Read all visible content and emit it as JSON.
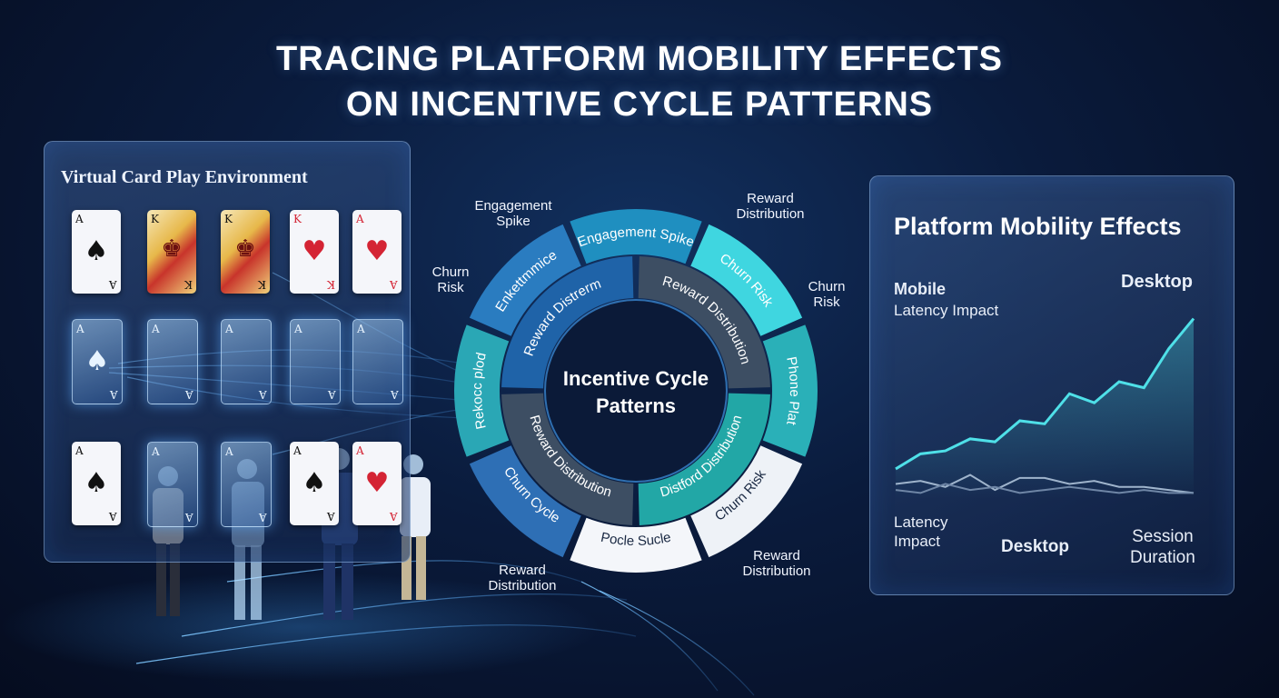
{
  "title_line1": "TRACING PLATFORM MOBILITY EFFECTS",
  "title_line2": "ON INCENTIVE CYCLE PATTERNS",
  "left_panel": {
    "title": "Virtual Card Play Environment",
    "cards": [
      {
        "rank": "A",
        "suit": "♠",
        "style": "black"
      },
      {
        "rank": "K",
        "suit": "♚",
        "style": "face"
      },
      {
        "rank": "K",
        "suit": "♚",
        "style": "face"
      },
      {
        "rank": "K",
        "suit": "♥",
        "style": "red"
      },
      {
        "rank": "A",
        "suit": "♥",
        "style": "red"
      },
      {
        "rank": "A",
        "suit": "♠",
        "style": "ghost"
      },
      {
        "rank": "A",
        "suit": "",
        "style": "ghost"
      },
      {
        "rank": "A",
        "suit": "",
        "style": "ghost"
      },
      {
        "rank": "A",
        "suit": "",
        "style": "ghost"
      },
      {
        "rank": "A",
        "suit": "",
        "style": "ghost"
      },
      {
        "rank": "A",
        "suit": "♠",
        "style": "black"
      },
      {
        "rank": "A",
        "suit": "",
        "style": "ghost"
      },
      {
        "rank": "A",
        "suit": "",
        "style": "ghost"
      },
      {
        "rank": "A",
        "suit": "♠",
        "style": "black"
      },
      {
        "rank": "A",
        "suit": "♥",
        "style": "red"
      }
    ]
  },
  "wheel": {
    "center_line1": "Incentive Cycle",
    "center_line2": "Patterns",
    "outer_segments": [
      {
        "label": "Engagement Spike",
        "color": "#1f8fc0"
      },
      {
        "label": "Churn Risk",
        "color": "#3fd6e0"
      },
      {
        "label": "Phone Plat",
        "color": "#2ab0b8"
      },
      {
        "label": "Churn Risk",
        "color": "#eef2f7"
      },
      {
        "label": "Pocle Sucle",
        "color": "#f4f6fa"
      },
      {
        "label": "Churn Cycle",
        "color": "#2e6fb5"
      },
      {
        "label": "Rekocc plod",
        "color": "#2aa7b5"
      },
      {
        "label": "Enkettmmice",
        "color": "#2a7cc0"
      }
    ],
    "inner_segments": [
      {
        "label": "Reward Distribution",
        "color": "#3d4e63"
      },
      {
        "label": "Distford Distribution",
        "color": "#22a7a6"
      },
      {
        "label": "Reward Distribution",
        "color": "#3d4e63"
      },
      {
        "label": "Reward Distrerm",
        "color": "#1f63a8"
      }
    ],
    "outside_labels": [
      {
        "line1": "Engagement",
        "line2": "Spike"
      },
      {
        "line1": "Reward",
        "line2": "Distribution"
      },
      {
        "line1": "Churn",
        "line2": "Risk"
      },
      {
        "line1": "Churn",
        "line2": "Risk"
      },
      {
        "line1": "Reward",
        "line2": "Distribution"
      },
      {
        "line1": "Reward",
        "line2": "Distribution"
      }
    ]
  },
  "right_panel": {
    "title": "Platform Mobility Effects",
    "label_mobile": "Mobile",
    "label_latency_top": "Latency Impact",
    "label_desktop_top": "Desktop",
    "label_latency_bottom_1": "Latency",
    "label_latency_bottom_2": "Impact",
    "label_desktop_bottom": "Desktop",
    "label_session_1": "Session",
    "label_session_2": "Duration"
  },
  "chart_data": {
    "type": "line",
    "title": "Platform Mobility Effects",
    "x": [
      0,
      1,
      2,
      3,
      4,
      5,
      6,
      7,
      8,
      9,
      10,
      11,
      12
    ],
    "series": [
      {
        "values": [
          10,
          15,
          16,
          20,
          19,
          26,
          25,
          35,
          32,
          39,
          37,
          50,
          60
        ],
        "color": "#4fe0e8"
      },
      {
        "values": [
          5,
          6,
          4,
          8,
          3,
          7,
          7,
          5,
          6,
          4,
          4,
          3,
          2
        ],
        "color": "#9fb4cc"
      },
      {
        "values": [
          3,
          2,
          5,
          3,
          4,
          2,
          3,
          4,
          3,
          2,
          3,
          2,
          2
        ],
        "color": "#6f86a6"
      }
    ],
    "ylim": [
      0,
      65
    ],
    "grid": false
  },
  "colors": {
    "accent": "#4fe0e8",
    "panel_border": "#aad2ff",
    "background": "#0a1b3c"
  }
}
